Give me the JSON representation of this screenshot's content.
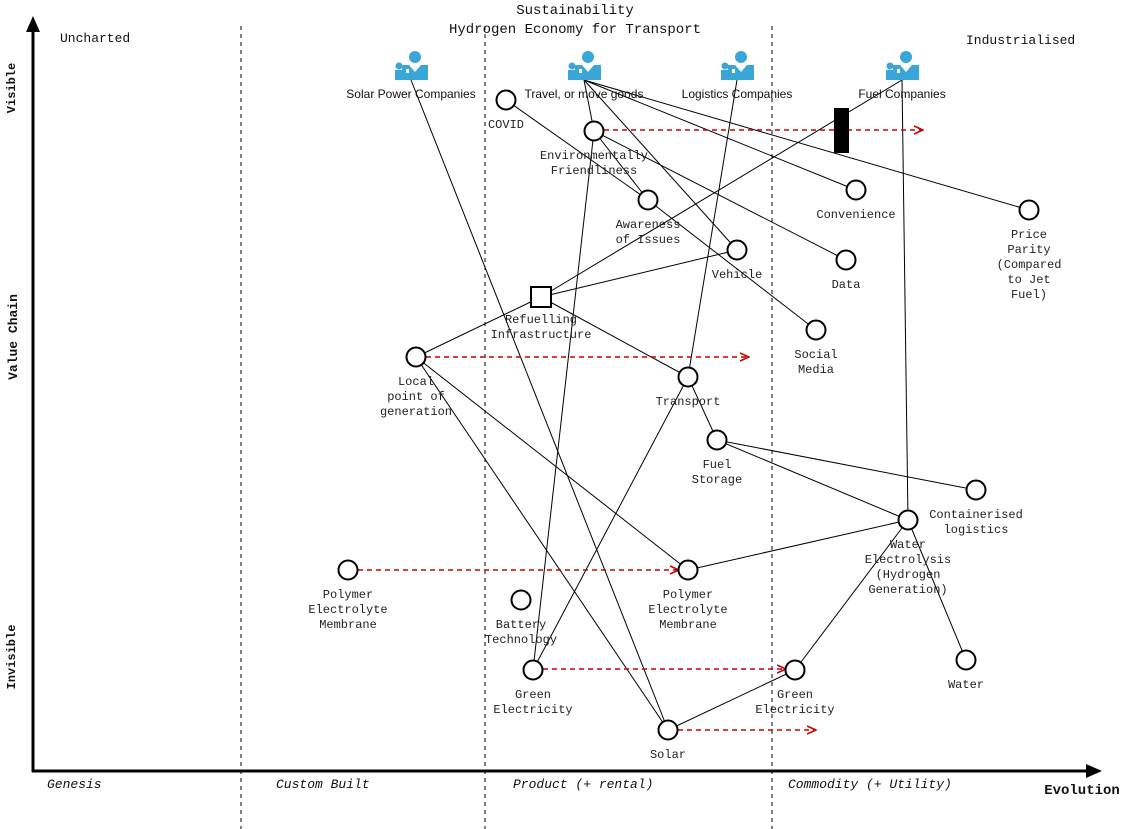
{
  "title": {
    "line1": "Sustainability",
    "line2": "Hydrogen Economy for Transport"
  },
  "axes": {
    "y_label": "Value Chain",
    "y_top": "Visible",
    "y_bottom": "Invisible",
    "x_label": "Evolution"
  },
  "stages": [
    "Genesis",
    "Custom Built",
    "Product (+ rental)",
    "Commodity (+ Utility)"
  ],
  "zones": {
    "left": "Uncharted",
    "right": "Industrialised"
  },
  "colors": {
    "evolve": "#cc0000",
    "user_icon": "#3aa6d8",
    "ink": "#000000"
  },
  "users": [
    {
      "id": "u_solar",
      "label": "Solar Power Companies"
    },
    {
      "id": "u_travel",
      "label": "Travel, or move goods"
    },
    {
      "id": "u_logistics",
      "label": "Logistics Companies"
    },
    {
      "id": "u_fuel",
      "label": "Fuel Companies"
    }
  ],
  "nodes": [
    {
      "id": "covid",
      "label": [
        "COVID"
      ]
    },
    {
      "id": "envfriendly",
      "label": [
        "Environmentally",
        "Friendliness"
      ]
    },
    {
      "id": "awareness",
      "label": [
        "Awareness",
        "of Issues"
      ]
    },
    {
      "id": "convenience",
      "label": [
        "Convenience"
      ]
    },
    {
      "id": "priceparity",
      "label": [
        "Price",
        "Parity",
        "(Compared",
        "to Jet",
        "Fuel)"
      ]
    },
    {
      "id": "vehicle",
      "label": [
        "Vehicle"
      ]
    },
    {
      "id": "data",
      "label": [
        "Data"
      ]
    },
    {
      "id": "refuelling",
      "label": [
        "Refuelling",
        "Infrastructure"
      ]
    },
    {
      "id": "socialmedia",
      "label": [
        "Social",
        "Media"
      ]
    },
    {
      "id": "local",
      "label": [
        "Local",
        "point of",
        "generation"
      ]
    },
    {
      "id": "transport",
      "label": [
        "Transport"
      ]
    },
    {
      "id": "fuelstorage",
      "label": [
        "Fuel",
        "Storage"
      ]
    },
    {
      "id": "containerised",
      "label": [
        "Containerised",
        "logistics"
      ]
    },
    {
      "id": "electrolysis",
      "label": [
        "Water",
        "Electrolysis",
        "(Hydrogen",
        "Generation)"
      ]
    },
    {
      "id": "pem1",
      "label": [
        "Polymer",
        "Electrolyte",
        "Membrane"
      ]
    },
    {
      "id": "pem2",
      "label": [
        "Polymer",
        "Electrolyte",
        "Membrane"
      ]
    },
    {
      "id": "battery",
      "label": [
        "Battery",
        "Technology"
      ]
    },
    {
      "id": "greenelec1",
      "label": [
        "Green",
        "Electricity"
      ]
    },
    {
      "id": "greenelec2",
      "label": [
        "Green",
        "Electricity"
      ]
    },
    {
      "id": "water",
      "label": [
        "Water"
      ]
    },
    {
      "id": "solar",
      "label": [
        "Solar"
      ]
    }
  ]
}
